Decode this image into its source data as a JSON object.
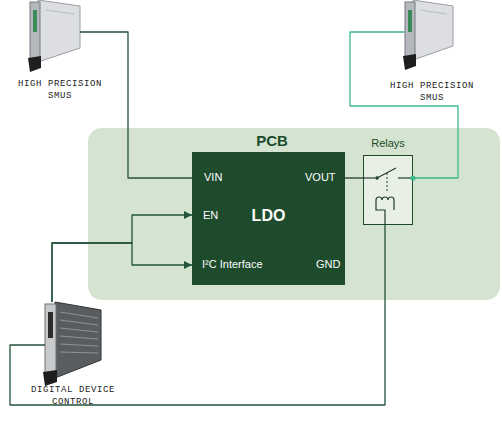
{
  "diagram": {
    "nodes": [
      {
        "text": [
          "HIGH PRECISION SMUS"
        ]
      },
      {
        "text": [
          "HIGH PRECISION SMUS"
        ]
      },
      {
        "text": [
          "PCB"
        ]
      },
      {
        "text": [
          "LDO"
        ],
        "in": 2
      },
      {
        "text": [
          "Relays"
        ],
        "in": 2
      },
      {
        "text": [
          "DIGITAL DEVICE CONTROL"
        ]
      }
    ],
    "edges": [
      {
        "from": 0,
        "to": 3,
        "arrow": "none"
      },
      {
        "from": 3,
        "to": 4,
        "arrow": "none"
      },
      {
        "from": 4,
        "to": 1,
        "arrow": "none"
      },
      {
        "from": 5,
        "to": 3,
        "arrow": "to"
      },
      {
        "from": 5,
        "to": 4,
        "arrow": "none"
      }
    ],
    "labels": [
      "VIN",
      "VOUT",
      "EN",
      "I²C Interface",
      "GND"
    ]
  }
}
